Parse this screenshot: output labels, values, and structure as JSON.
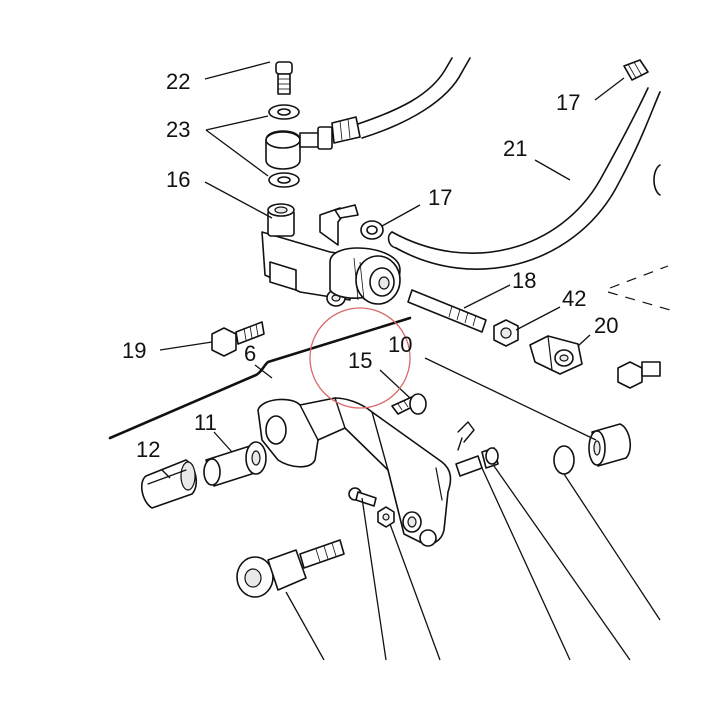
{
  "callouts": {
    "c22": "22",
    "c23": "23",
    "c16": "16",
    "c17_top": "17",
    "c17_mid": "17",
    "c21": "21",
    "c18": "18",
    "c42": "42",
    "c20": "20",
    "c19": "19",
    "c6": "6",
    "c15": "15",
    "c10": "10",
    "c11": "11",
    "c12": "12"
  },
  "highlight": {
    "color": "#d96a6a"
  },
  "line_color": "#111111"
}
